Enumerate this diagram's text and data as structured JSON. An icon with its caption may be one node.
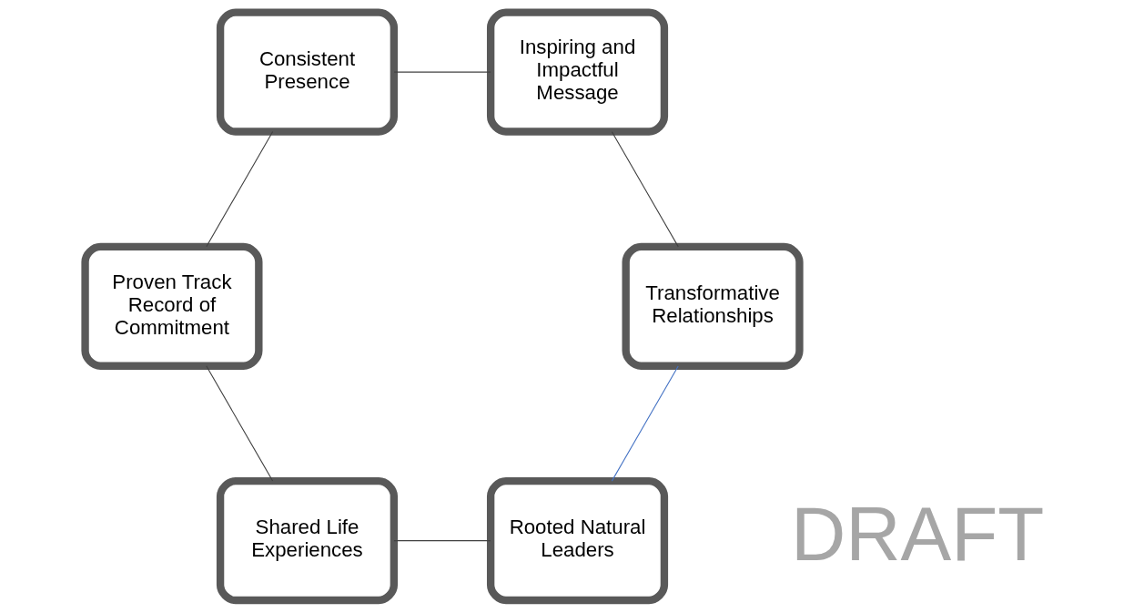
{
  "diagram": {
    "nodes": [
      {
        "text": [
          "Rooted Natural Leaders"
        ]
      },
      {
        "text": [
          "Shared Life Experiences"
        ]
      },
      {
        "text": [
          "Proven Track Record of Commitment"
        ]
      },
      {
        "text": [
          "Consistent Presence"
        ]
      },
      {
        "text": [
          "Inspiring and Impactful Message"
        ]
      },
      {
        "text": [
          "Transformative Relationships"
        ]
      }
    ],
    "edges": [
      {
        "from": 0,
        "to": 1,
        "arrow": "none"
      },
      {
        "from": 1,
        "to": 2,
        "arrow": "none"
      },
      {
        "from": 2,
        "to": 3,
        "arrow": "none"
      },
      {
        "from": 3,
        "to": 4,
        "arrow": "none"
      },
      {
        "from": 4,
        "to": 5,
        "arrow": "none"
      },
      {
        "from": 5,
        "to": 0,
        "arrow": "none",
        "color": "#4472c4"
      }
    ],
    "labels": [
      "DRAFT"
    ]
  }
}
